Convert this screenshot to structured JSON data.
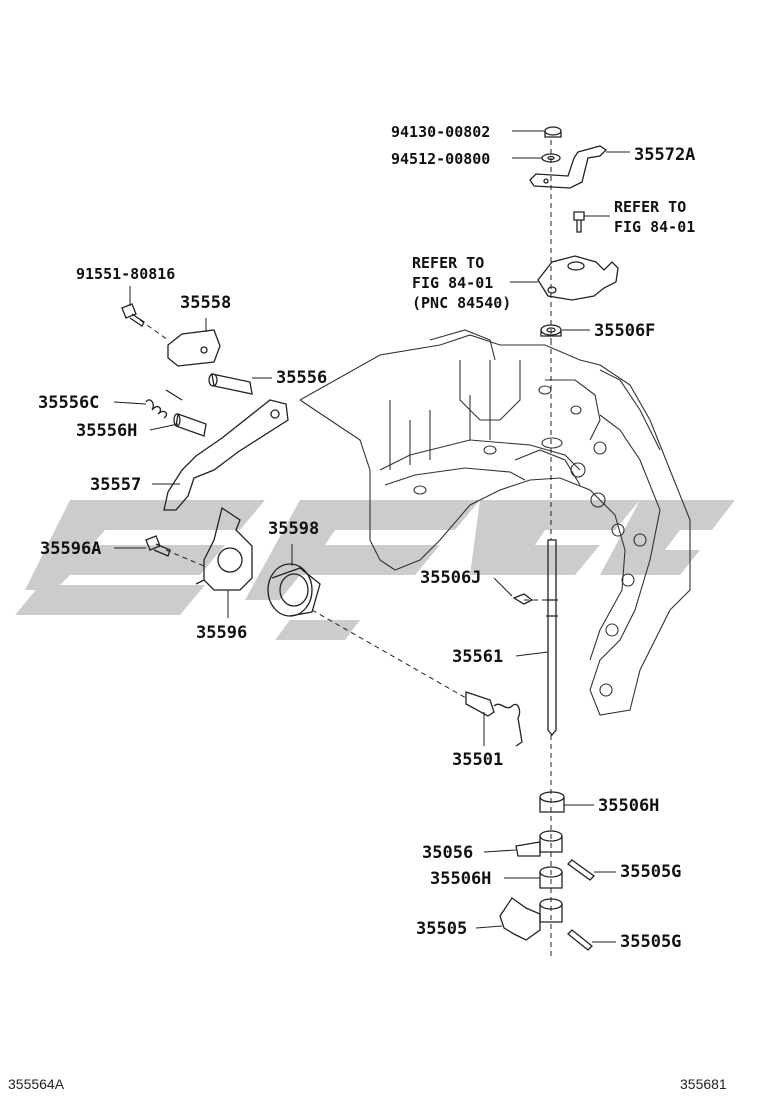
{
  "labels": {
    "p94130_00802": "94130-00802",
    "p94512_00800": "94512-00800",
    "p35572A": "35572A",
    "refer_to_1": "REFER TO",
    "fig_84_01_1": "FIG 84-01",
    "refer_to_2": "REFER TO",
    "fig_84_01_2": "FIG 84-01",
    "pnc_84540": "(PNC 84540)",
    "p35506F": "35506F",
    "p91551_80816": "91551-80816",
    "p35558": "35558",
    "p35556": "35556",
    "p35556C": "35556C",
    "p35556H": "35556H",
    "p35557": "35557",
    "p35598": "35598",
    "p35596A": "35596A",
    "p35596": "35596",
    "p35506J": "35506J",
    "p35561": "35561",
    "p35501": "35501",
    "p35506H_a": "35506H",
    "p35056": "35056",
    "p35505G_a": "35505G",
    "p35506H_b": "35506H",
    "p35505": "35505",
    "p35505G_b": "35505G"
  },
  "footer": {
    "left_code": "355564A",
    "right_code": "355681"
  },
  "colors": {
    "line": "#222222",
    "watermark": "#bfbfbf"
  }
}
